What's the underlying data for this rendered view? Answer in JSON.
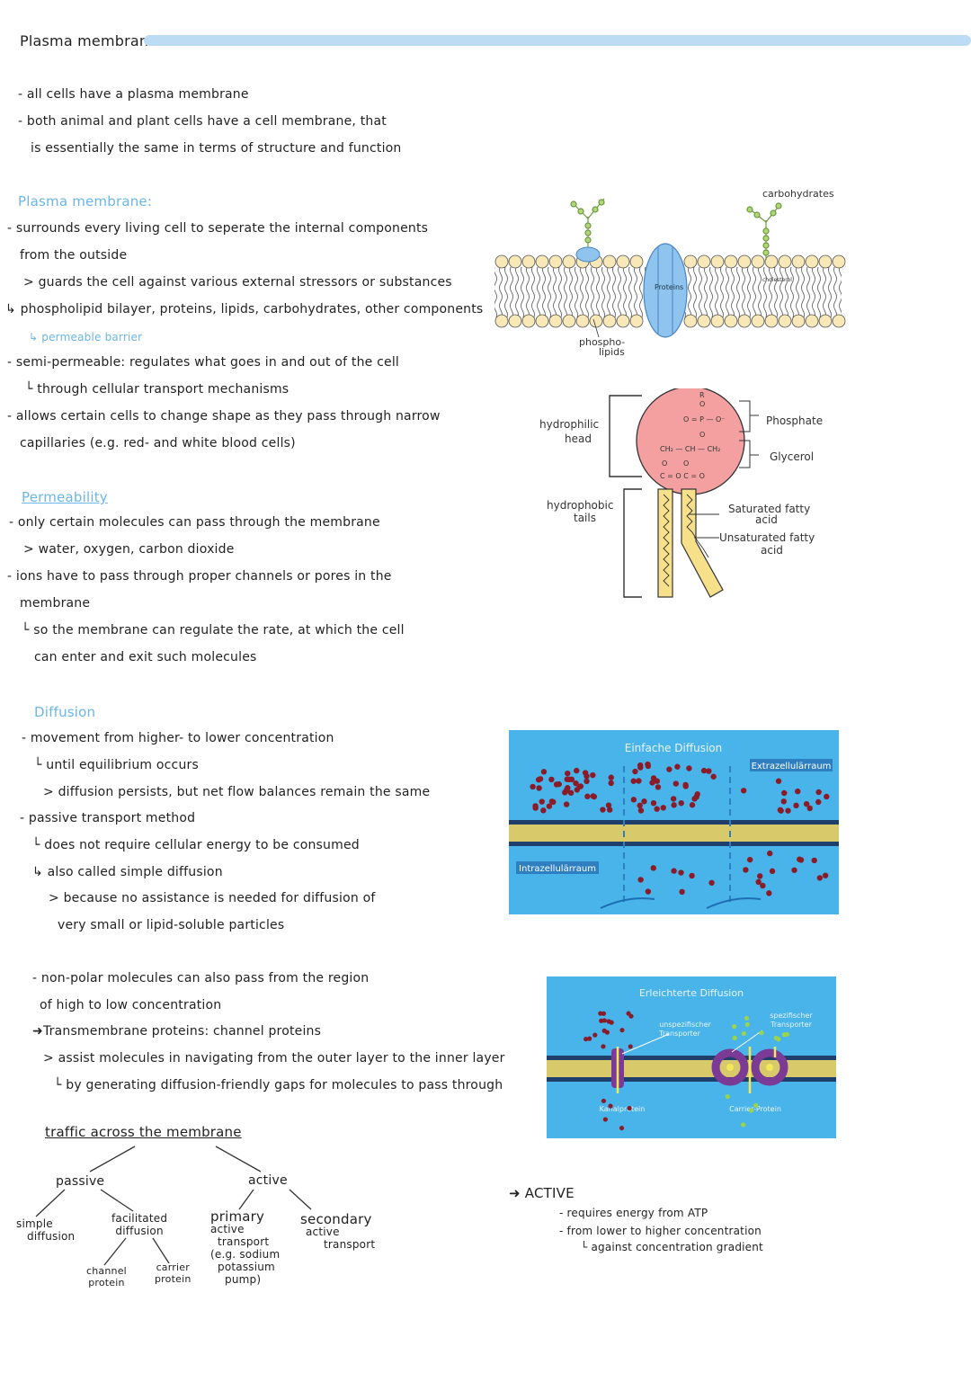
{
  "title": "Plasma membrane",
  "intro": [
    "- all cells have a plasma membrane",
    "- both animal and plant cells have a cell membrane, that",
    "is essentially the same in terms of structure and function"
  ],
  "pm_heading": "Plasma membrane:",
  "pm_lines": [
    "- surrounds every living cell to seperate the internal components",
    "from the outside",
    "> guards the cell against various external stressors or substances",
    "phospholipid bilayer, proteins, lipids, carbohydrates, other components",
    "permeable barrier",
    "- semi-permeable: regulates what goes in and out of the cell",
    "through cellular transport mechanisms",
    "- allows certain cells to change shape as they pass through narrow",
    "capillaries (e.g. red- and white blood cells)"
  ],
  "perm_heading": "Permeability",
  "perm_lines": [
    "- only certain molecules can pass through the membrane",
    "> water, oxygen, carbon dioxide",
    "- ions have to pass through proper channels or pores in the",
    "membrane",
    "so the membrane can regulate the rate, at which the cell",
    "can enter and exit such molecules"
  ],
  "diff_heading": "Diffusion",
  "diff_lines": [
    "- movement from higher- to lower concentration",
    "until equilibrium occurs",
    "> diffusion persists, but net flow balances remain the same",
    "- passive transport method",
    "does not require cellular energy to be consumed",
    "also called simple diffusion",
    "> because no assistance is needed for diffusion of",
    "very small or lipid-soluble particles"
  ],
  "np_lines": [
    "- non-polar molecules can also pass from the region",
    "of high to low concentration",
    "Transmembrane proteins: channel proteins",
    "> assist molecules in navigating from the outer layer to the inner layer",
    "by generating diffusion-friendly gaps for molecules to pass through"
  ],
  "tree": {
    "root": "traffic across the membrane",
    "passive": "passive",
    "active": "active",
    "simple": [
      "simple",
      "diffusion"
    ],
    "facilitated": [
      "facilitated",
      "diffusion"
    ],
    "channel": [
      "channel",
      "protein"
    ],
    "carrier": [
      "carrier",
      "protein"
    ],
    "primary": [
      "primary",
      "active",
      "transport",
      "(e.g. sodium",
      "potassium",
      "pump)"
    ],
    "secondary": [
      "secondary",
      "active",
      "transport"
    ]
  },
  "active_note": {
    "heading": "ACTIVE",
    "lines": [
      "- requires energy from ATP",
      "- from lower to higher concentration",
      "against concentration gradient"
    ]
  },
  "membrane_fig": {
    "carbohydrates": "carbohydrates",
    "proteins": "Proteins",
    "cholesterol": "cholesterol",
    "phospholipids": [
      "phospho-",
      "lipids"
    ]
  },
  "phospholipid_fig": {
    "hydrophilic": [
      "hydrophilic",
      "head"
    ],
    "hydrophobic": [
      "hydrophobic",
      "tails"
    ],
    "phosphate": "Phosphate",
    "glycerol": "Glycerol",
    "saturated": [
      "Saturated fatty",
      "acid"
    ],
    "unsaturated": [
      "Unsaturated fatty",
      "acid"
    ],
    "chem": {
      "r": "R",
      "o1": "O",
      "p": "O = P — O⁻",
      "o2": "O",
      "ch": "CH₂ — CH — CH₂",
      "o3": "O",
      "o4": "O",
      "co": "C = O C = O"
    }
  },
  "simple_diffusion_fig": {
    "title": "Einfache Diffusion",
    "extra": "Extrazellulärraum",
    "intra": "Intrazellulärraum"
  },
  "facilitated_fig": {
    "title": "Erleichterte Diffusion",
    "unspecific": [
      "unspezifischer",
      "Transporter"
    ],
    "specific": [
      "spezifischer",
      "Transporter"
    ],
    "channel": "Kanalprotein",
    "carrier": "Carrier-Protein"
  },
  "colors": {
    "accent": "#6bb6e6",
    "title_bar": "#bcdcf4",
    "head_pink": "#f4a0a0",
    "tail_yellow": "#f7e08a",
    "protein_blue": "#8ec4ee",
    "diagram_bg": "#48b4ea"
  }
}
